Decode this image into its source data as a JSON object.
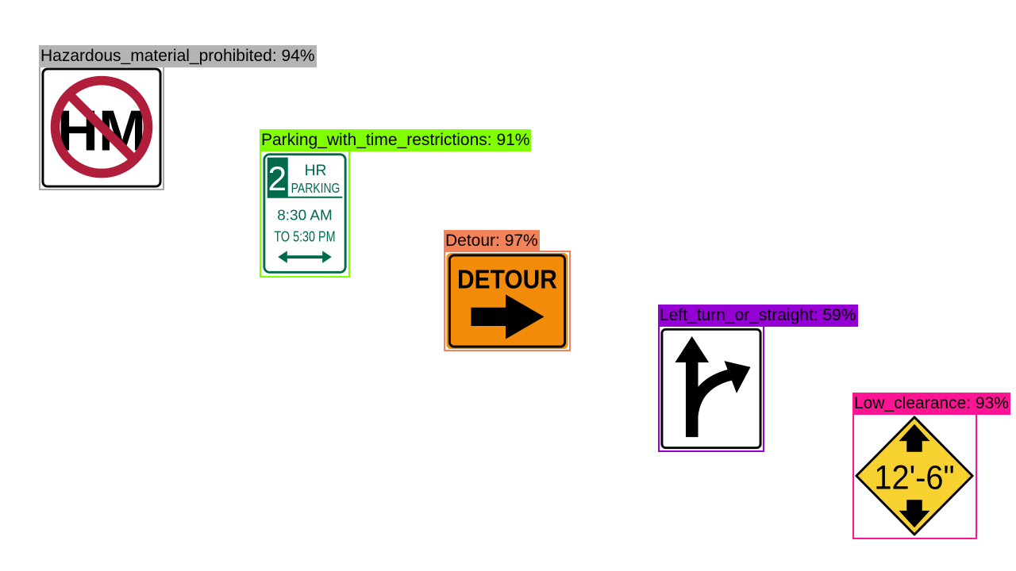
{
  "detections": [
    {
      "id": "hm",
      "label": "Hazardous_material_prohibited: 94%",
      "label_bg": "#b4b4b4",
      "box_color": "#a8a8a8",
      "sign_text": "HM"
    },
    {
      "id": "parking",
      "label": "Parking_with_time_restrictions: 91%",
      "label_bg": "#80ff00",
      "box_color": "#80ff00",
      "sign_number": "2",
      "sign_line1": "HR",
      "sign_line2": "PARKING",
      "sign_line3": "8:30 AM",
      "sign_line4": "TO 5:30 PM"
    },
    {
      "id": "detour",
      "label": "Detour: 97%",
      "label_bg": "#f2825a",
      "box_color": "#f2825a",
      "sign_text": "DETOUR"
    },
    {
      "id": "leftturn",
      "label": "Left_turn_or_straight: 59%",
      "label_bg": "#9400d3",
      "box_color": "#9400d3"
    },
    {
      "id": "clearance",
      "label": "Low_clearance: 93%",
      "label_bg": "#ff1493",
      "box_color": "#ff1493",
      "sign_text": "12'-6\""
    }
  ],
  "colors": {
    "prohibit_red": "#b01e3c",
    "parking_green": "#006a4e",
    "detour_orange": "#f28a0a",
    "warning_yellow": "#f7d130"
  }
}
